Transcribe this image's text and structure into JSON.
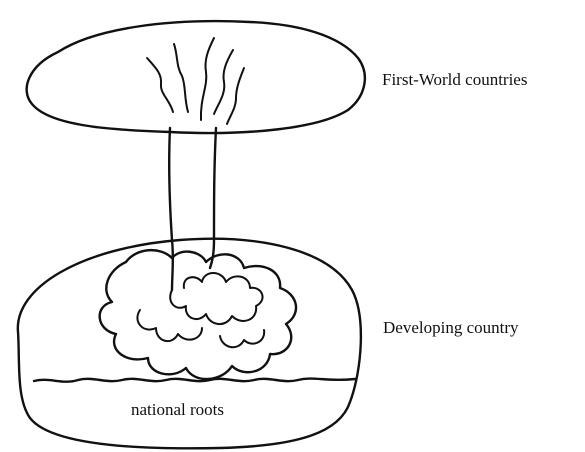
{
  "labels": {
    "top": "First-World countries",
    "bottom": "Developing country",
    "roots": "national roots"
  },
  "colors": {
    "ink": "#111111",
    "background": "#ffffff"
  }
}
